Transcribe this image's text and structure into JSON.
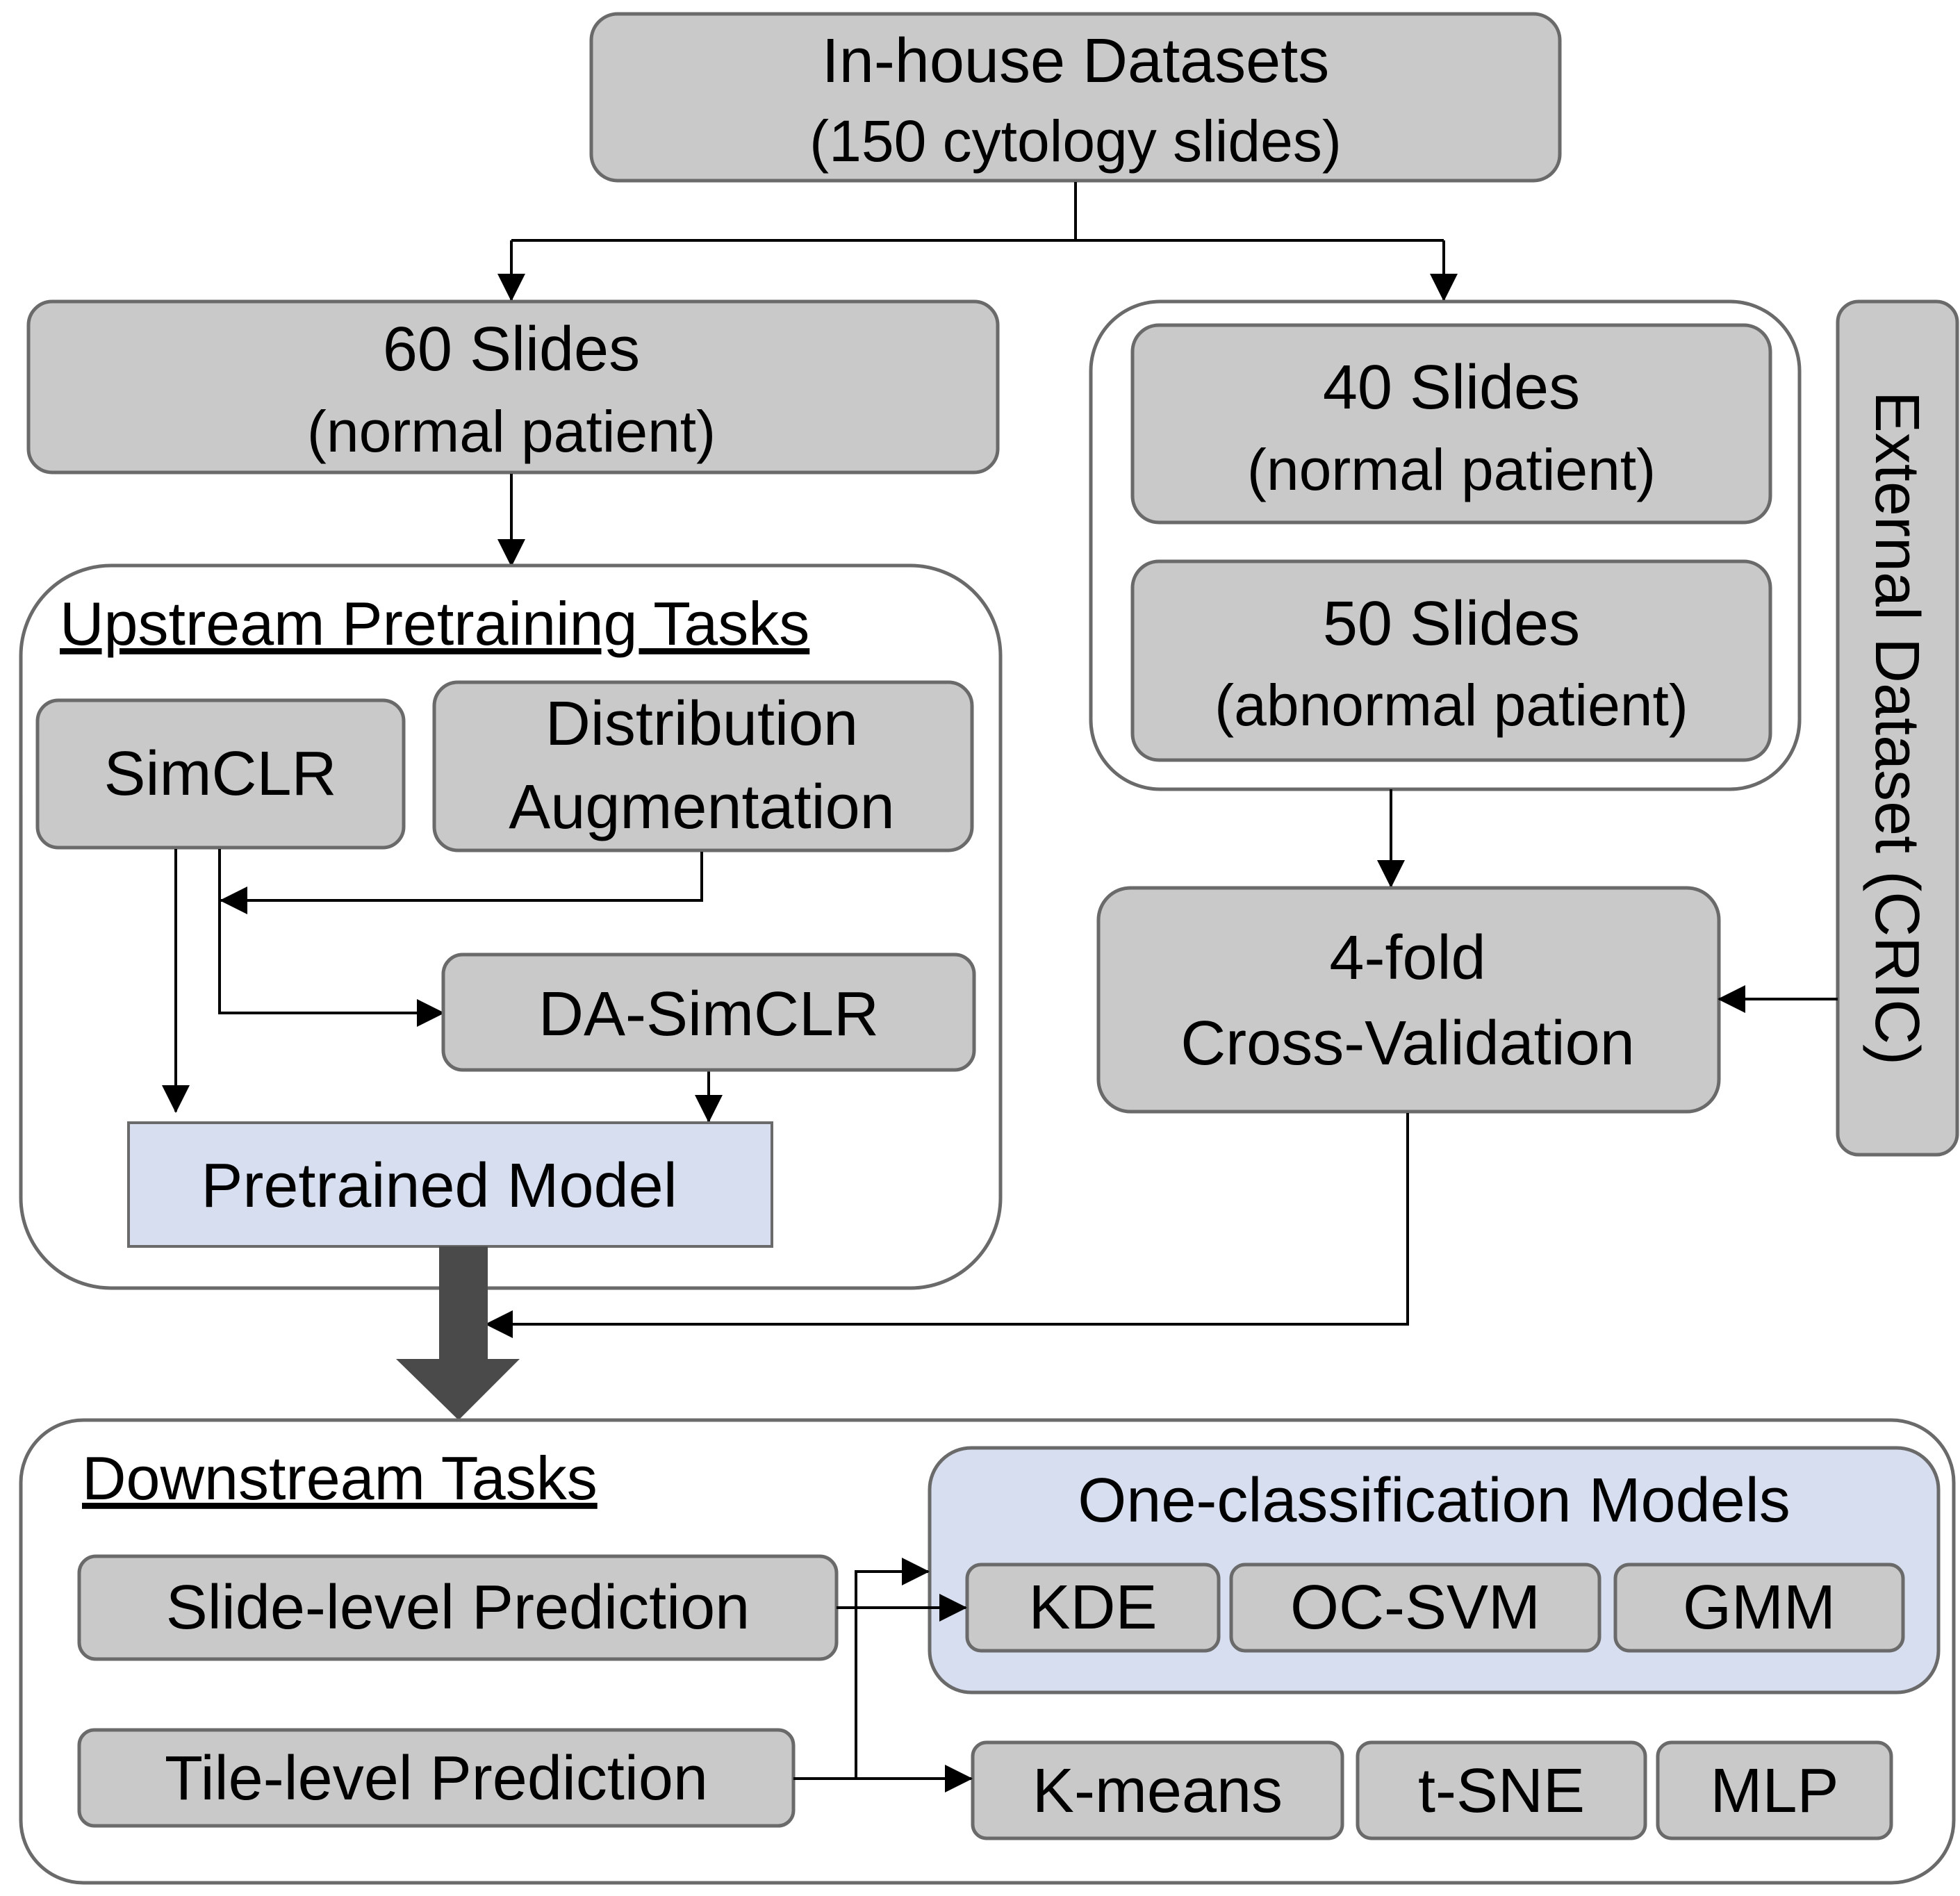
{
  "top": {
    "title": "In-house Datasets",
    "subtitle": "(150 cytology slides)"
  },
  "left_split": {
    "title": "60 Slides",
    "subtitle": "(normal patient)"
  },
  "right_split": {
    "normal": {
      "title": "40 Slides",
      "subtitle": "(normal patient)"
    },
    "abnormal": {
      "title": "50 Slides",
      "subtitle": "(abnormal patient)"
    }
  },
  "external": {
    "label": "External Dataset (CRIC)"
  },
  "upstream": {
    "heading": "Upstream Pretraining Tasks",
    "simclr": "SimCLR",
    "distribution_line1": "Distribution",
    "distribution_line2": "Augmentation",
    "da_simclr": "DA-SimCLR",
    "pretrained_model": "Pretrained Model"
  },
  "cross_validation": {
    "line1": "4-fold",
    "line2": "Cross-Validation"
  },
  "downstream": {
    "heading": "Downstream Tasks",
    "slide_level": "Slide-level Prediction",
    "tile_level": "Tile-level Prediction",
    "one_class_title": "One-classification Models",
    "one_class_models": [
      "KDE",
      "OC-SVM",
      "GMM"
    ],
    "tile_methods": [
      "K-means",
      "t-SNE",
      "MLP"
    ]
  },
  "colors": {
    "gray_box": "#c9c9c9",
    "blue_box": "#d6deef",
    "outline": "#6a6a6a",
    "big_arrow": "#4a4a4a"
  }
}
